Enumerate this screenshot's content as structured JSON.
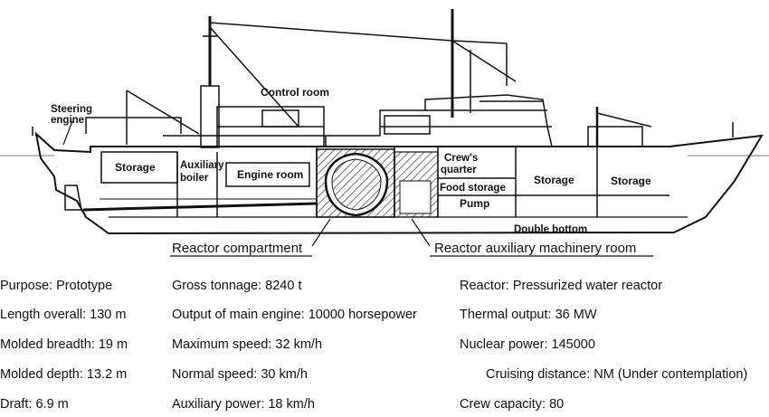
{
  "diagram": {
    "labels": {
      "steering_engine": [
        "Steering",
        "engine"
      ],
      "control_room": "Control room",
      "crews_quarter": [
        "Crew's",
        "quarter"
      ],
      "storage": "Storage",
      "auxiliary_boiler": [
        "Auxiliary",
        "boiler"
      ],
      "engine_room": "Engine room",
      "food_storage": "Food storage",
      "pump": "Pump",
      "double_bottom": "Double bottom",
      "reactor_compartment": "Reactor compartment",
      "reactor_aux_room": "Reactor auxiliary machinery room"
    }
  },
  "specs": {
    "col1": [
      "Purpose: Prototype",
      "Length overall: 130 m",
      "Molded breadth: 19 m",
      "Molded depth: 13.2 m",
      "Draft: 6.9 m"
    ],
    "col2": [
      "Gross tonnage: 8240 t",
      "Output of main engine: 10000 horsepower",
      "Maximum speed: 32 km/h",
      "Normal speed: 30 km/h",
      "Auxiliary power: 18 km/h"
    ],
    "col3": [
      "Reactor: Pressurized water reactor",
      "Thermal output: 36 MW",
      "Nuclear power: 145000",
      "Cruising distance: NM (Under contemplation)",
      "Crew capacity: 80"
    ]
  },
  "colors": {
    "line": "#111111",
    "background": "#ffffff"
  }
}
